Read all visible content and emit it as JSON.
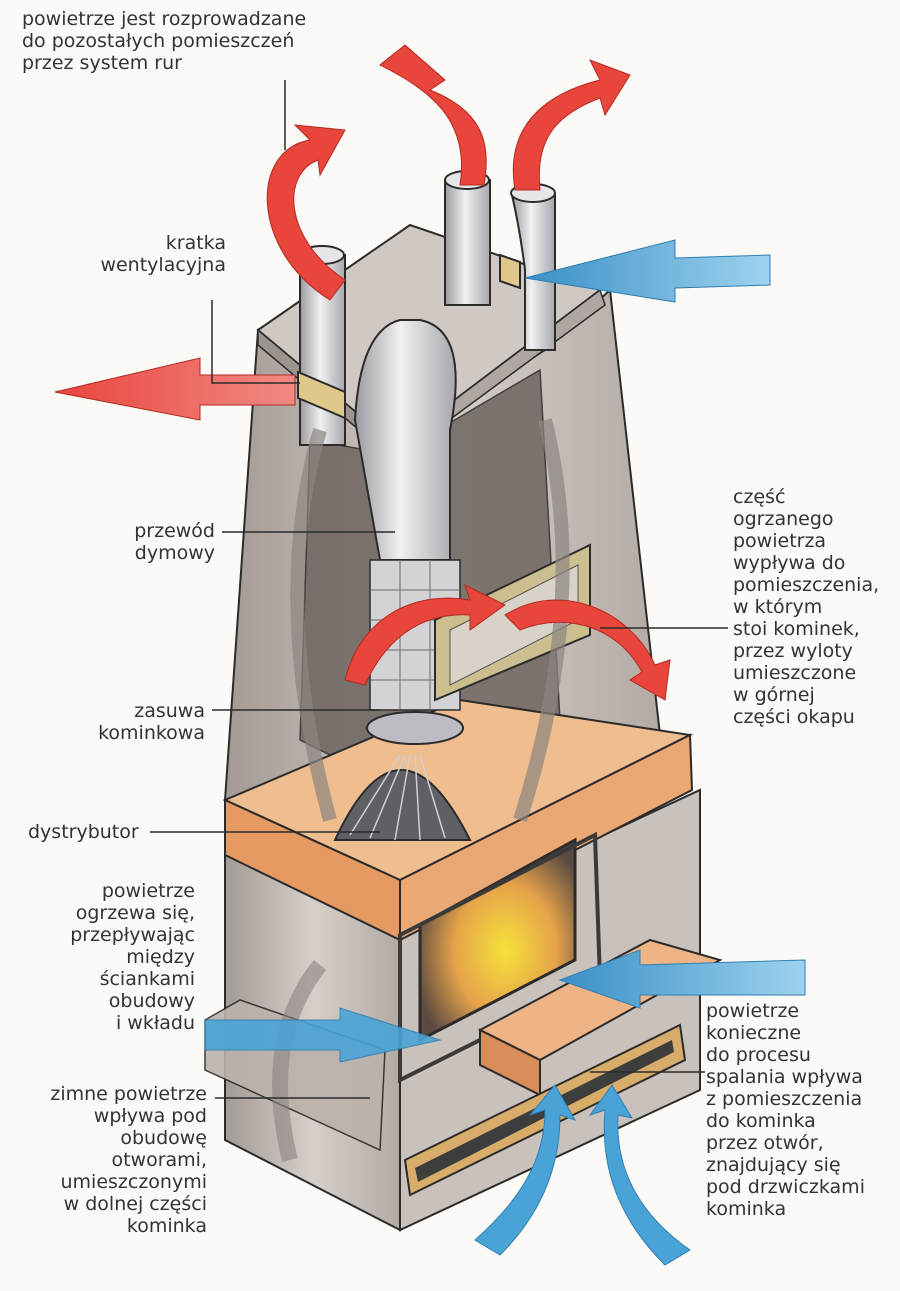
{
  "labels": {
    "top_note": "powietrze jest rozprowadzane\ndo pozostałych pomieszczeń\nprzez system rur",
    "vent_grille": "kratka\nwentylacyjna",
    "flue": "przewód\ndymowy",
    "damper": "zasuwa\nkominkowa",
    "distributor": "dystrybutor",
    "air_heats": "powietrze\nogrzewa się,\nprzepływając\nmiędzy\nściankami\nobudowy\ni wkładu",
    "cold_air": "zimne powietrze\nwpływa pod\nobudowę\notworami,\numieszczonymi\nw dolnej części\nkominka",
    "warm_outlet": "część\nogrzanego\npowietrza\nwypływa do\npomieszczenia,\nw którym\nstoi kominek,\nprzez wyloty\numieszczone\nw górnej\nczęści okapu",
    "combustion_air": "powietrze\nkonieczne\ndo procesu\nspalania wpływa\nz pomieszczenia\ndo kominka\nprzez otwór,\nznajdujący się\npod drzwiczkami\nkominka"
  },
  "colors": {
    "hot_air": "#e8453c",
    "cold_air": "#4aa3d6",
    "casing": "#bdb4ad",
    "casing_dark": "#8f8580",
    "wood_ledge": "#e9a672",
    "pipe": "#d9d9dc",
    "fire": "#f2c230",
    "ink": "#2b2b2b"
  }
}
